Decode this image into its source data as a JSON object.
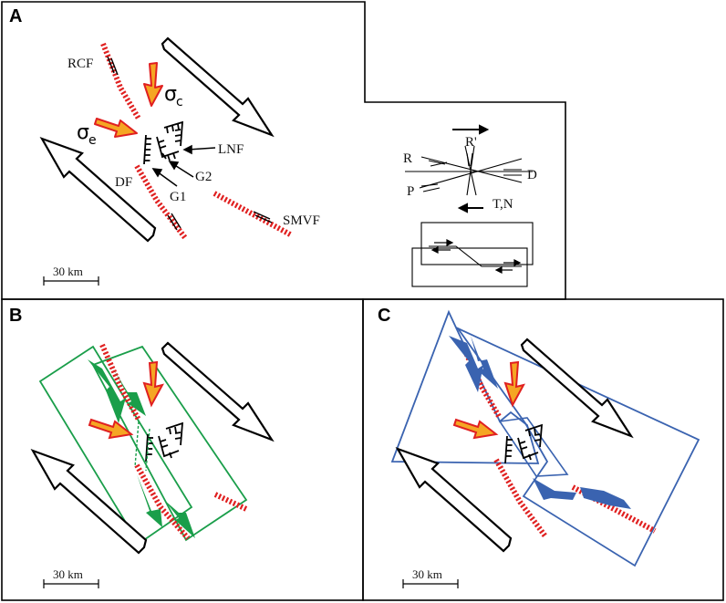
{
  "panels": {
    "a": {
      "label": "A"
    },
    "b": {
      "label": "B"
    },
    "c": {
      "label": "C"
    }
  },
  "faults": {
    "rcf": "RCF",
    "lnf": "LNF",
    "df": "DF",
    "smvf": "SMVF",
    "g1": "G1",
    "g2": "G2"
  },
  "stress": {
    "sigma_symbol": "σ",
    "compression_sub": "c",
    "extension_sub": "e"
  },
  "riedel": {
    "r": "R",
    "r_prime": "R'",
    "p": "P",
    "d": "D",
    "tn": "T,N"
  },
  "scale_bar": {
    "label": "30 km"
  },
  "colors": {
    "fault_red": "#e02020",
    "stress_arrow_fill": "#f5a623",
    "stress_arrow_edge": "#e02020",
    "block_green": "#1a9e4a",
    "block_blue": "#3a63b0"
  }
}
